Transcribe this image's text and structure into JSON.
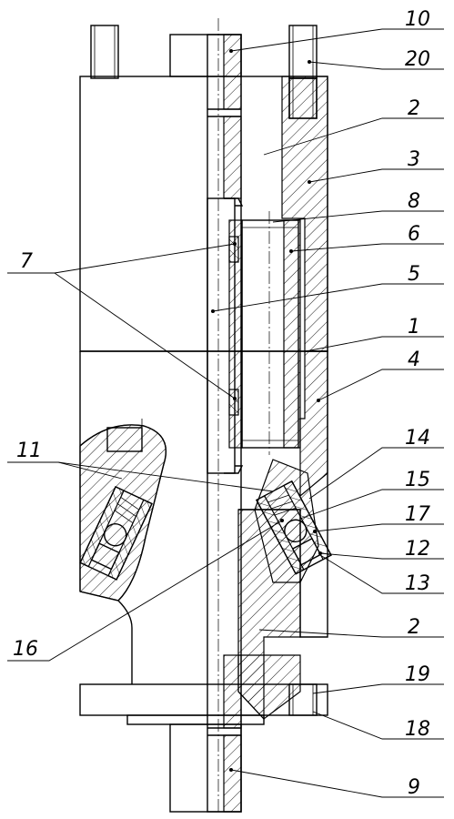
{
  "labels": {
    "l10": "10",
    "l20": "20",
    "l2a": "2",
    "l3": "3",
    "l8": "8",
    "l6": "6",
    "l7": "7",
    "l5": "5",
    "l1": "1",
    "l4": "4",
    "l14": "14",
    "l11": "11",
    "l15": "15",
    "l17": "17",
    "l12": "12",
    "l13": "13",
    "l16": "16",
    "l2b": "2",
    "l19": "19",
    "l18": "18",
    "l9": "9"
  }
}
